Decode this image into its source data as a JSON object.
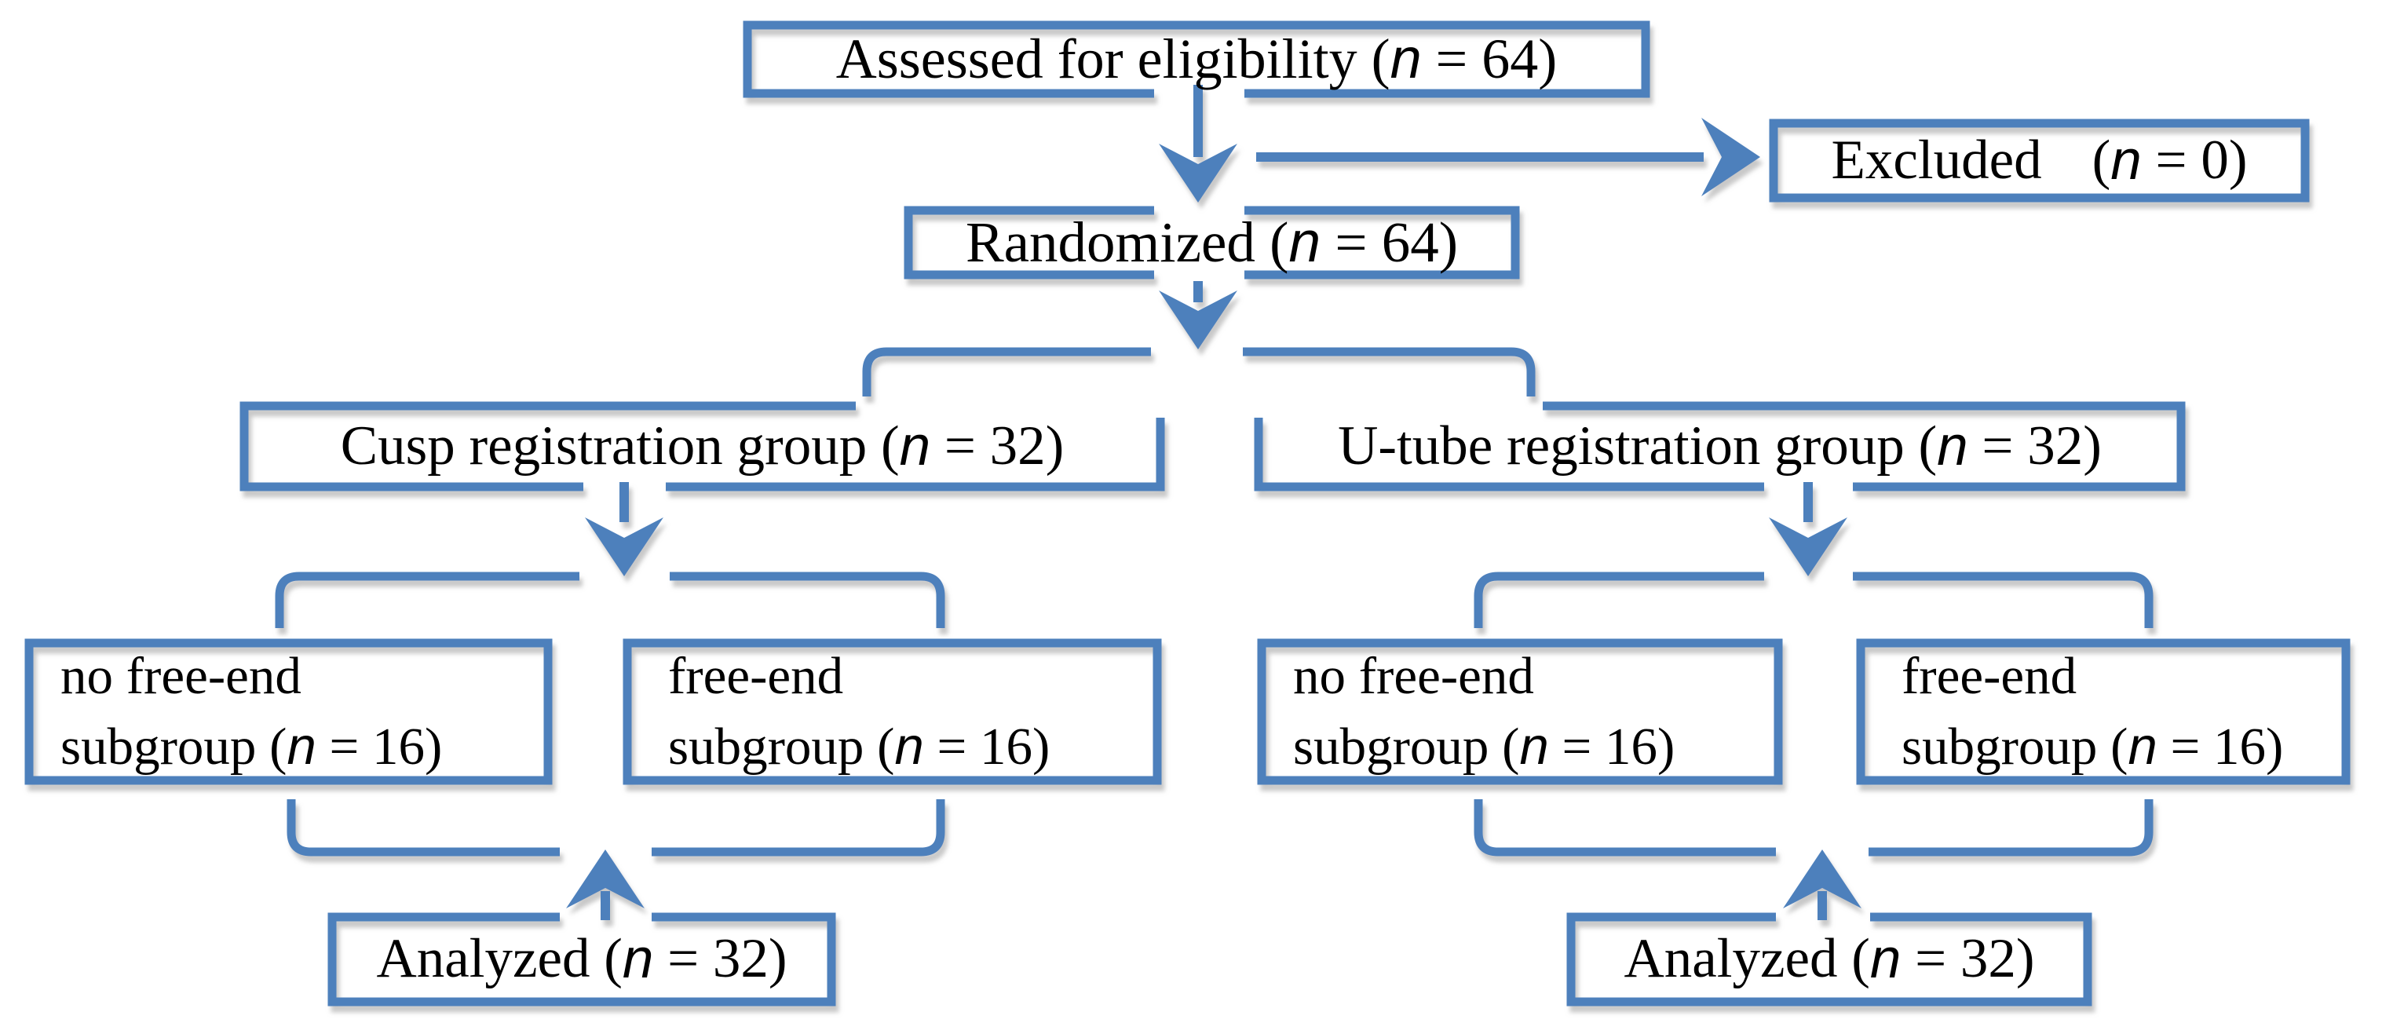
{
  "figure_title": "Randomization flow diagram",
  "colors": {
    "accent": "#4e80bc",
    "shadow": "#9b9b9b",
    "text": "#000000",
    "background": "#ffffff"
  },
  "boxes": {
    "assessed": {
      "pre": "Assessed for eligibility (",
      "n": "n",
      "post": " = 64)"
    },
    "excluded": {
      "word": "Excluded",
      "open": "(",
      "n": "n",
      "post": " = 0)"
    },
    "randomized": {
      "pre": "Randomized (",
      "n": "n",
      "post": " = 64)"
    },
    "cusp_group": {
      "pre": "Cusp registration group (",
      "n": "n",
      "post": " = 32)"
    },
    "utube_group": {
      "pre": "U-tube registration group (",
      "n": "n",
      "post": " = 32)"
    },
    "cusp_no_free_end": {
      "line1": "no free-end",
      "pre": "subgroup (",
      "n": "n",
      "post": " = 16)"
    },
    "cusp_free_end": {
      "line1": "free-end",
      "pre": "subgroup (",
      "n": "n",
      "post": " = 16)"
    },
    "utube_no_free_end": {
      "line1": "no free-end",
      "pre": "subgroup (",
      "n": "n",
      "post": " = 16)"
    },
    "utube_free_end": {
      "line1": "free-end",
      "pre": "subgroup (",
      "n": "n",
      "post": " = 16)"
    },
    "analyzed_left": {
      "pre": "Analyzed (",
      "n": "n",
      "post": " = 32)"
    },
    "analyzed_right": {
      "pre": "Analyzed (",
      "n": "n",
      "post": " = 32)"
    }
  }
}
